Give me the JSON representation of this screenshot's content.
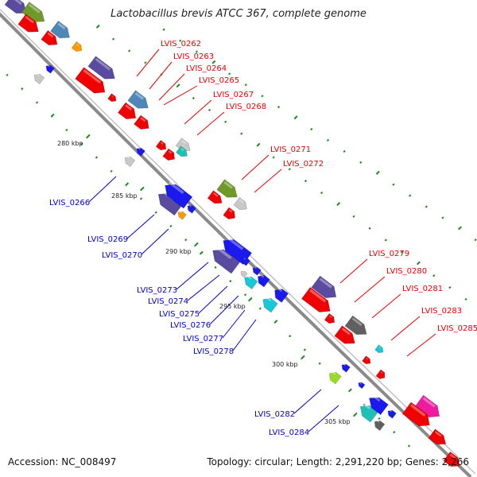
{
  "title": "Lactobacillus brevis ATCC 367, complete genome",
  "footer": {
    "accession": "Accession: NC_008497",
    "summary": "Topology: circular; Length: 2,291,220 bp; Genes: 2,266"
  },
  "scale_labels": [
    "280 kbp",
    "285 kbp",
    "290 kbp",
    "295 kbp",
    "300 kbp",
    "305 kbp"
  ],
  "genes_forward": [
    "LVIS_0262",
    "LVIS_0263",
    "LVIS_0264",
    "LVIS_0265",
    "LVIS_0267",
    "LVIS_0268",
    "LVIS_0271",
    "LVIS_0272",
    "LVIS_0279",
    "LVIS_0280",
    "LVIS_0281",
    "LVIS_0283",
    "LVIS_0285"
  ],
  "genes_reverse": [
    "LVIS_0266",
    "LVIS_0269",
    "LVIS_0270",
    "LVIS_0273",
    "LVIS_0274",
    "LVIS_0275",
    "LVIS_0276",
    "LVIS_0277",
    "LVIS_0278",
    "LVIS_0282",
    "LVIS_0284"
  ],
  "colors": {
    "forward_label": "#ee0000",
    "reverse_label": "#0000cc",
    "backbone": "#8a8a8a",
    "tick": "#1a8a1a",
    "red": "#f00000",
    "blue": "#1a1af0",
    "navy": "#5a4aa0",
    "steel": "#4f86b8",
    "olive": "#6f9a2a",
    "orange": "#ff9900",
    "grey": "#c8c8c8",
    "dark": "#606060",
    "cyan": "#18c8d8",
    "teal": "#20c0b8",
    "lime": "#99dd22",
    "magenta": "#ee1aa0"
  }
}
